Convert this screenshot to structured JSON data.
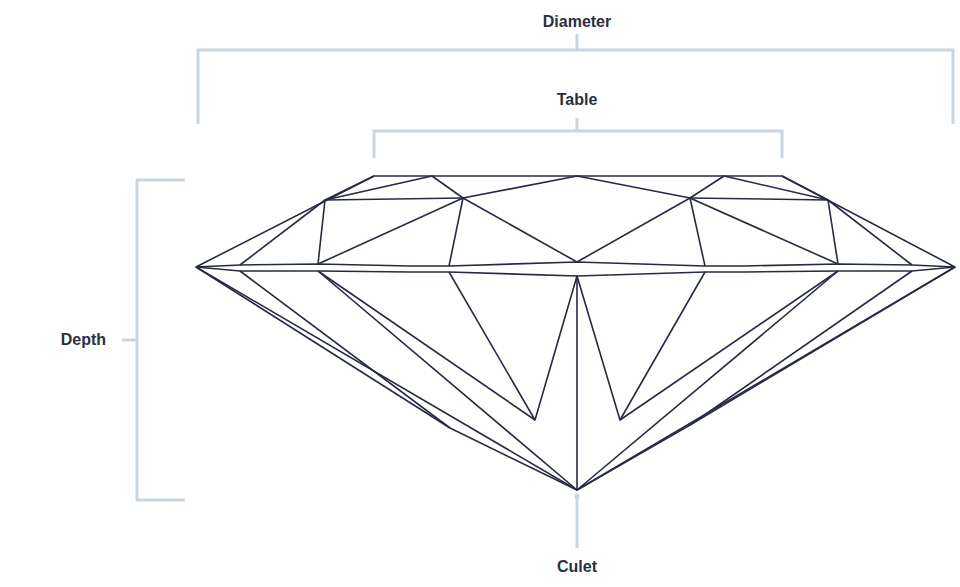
{
  "diagram": {
    "labels": [
      "Diameter",
      "Table",
      "Depth",
      "Culet"
    ]
  }
}
